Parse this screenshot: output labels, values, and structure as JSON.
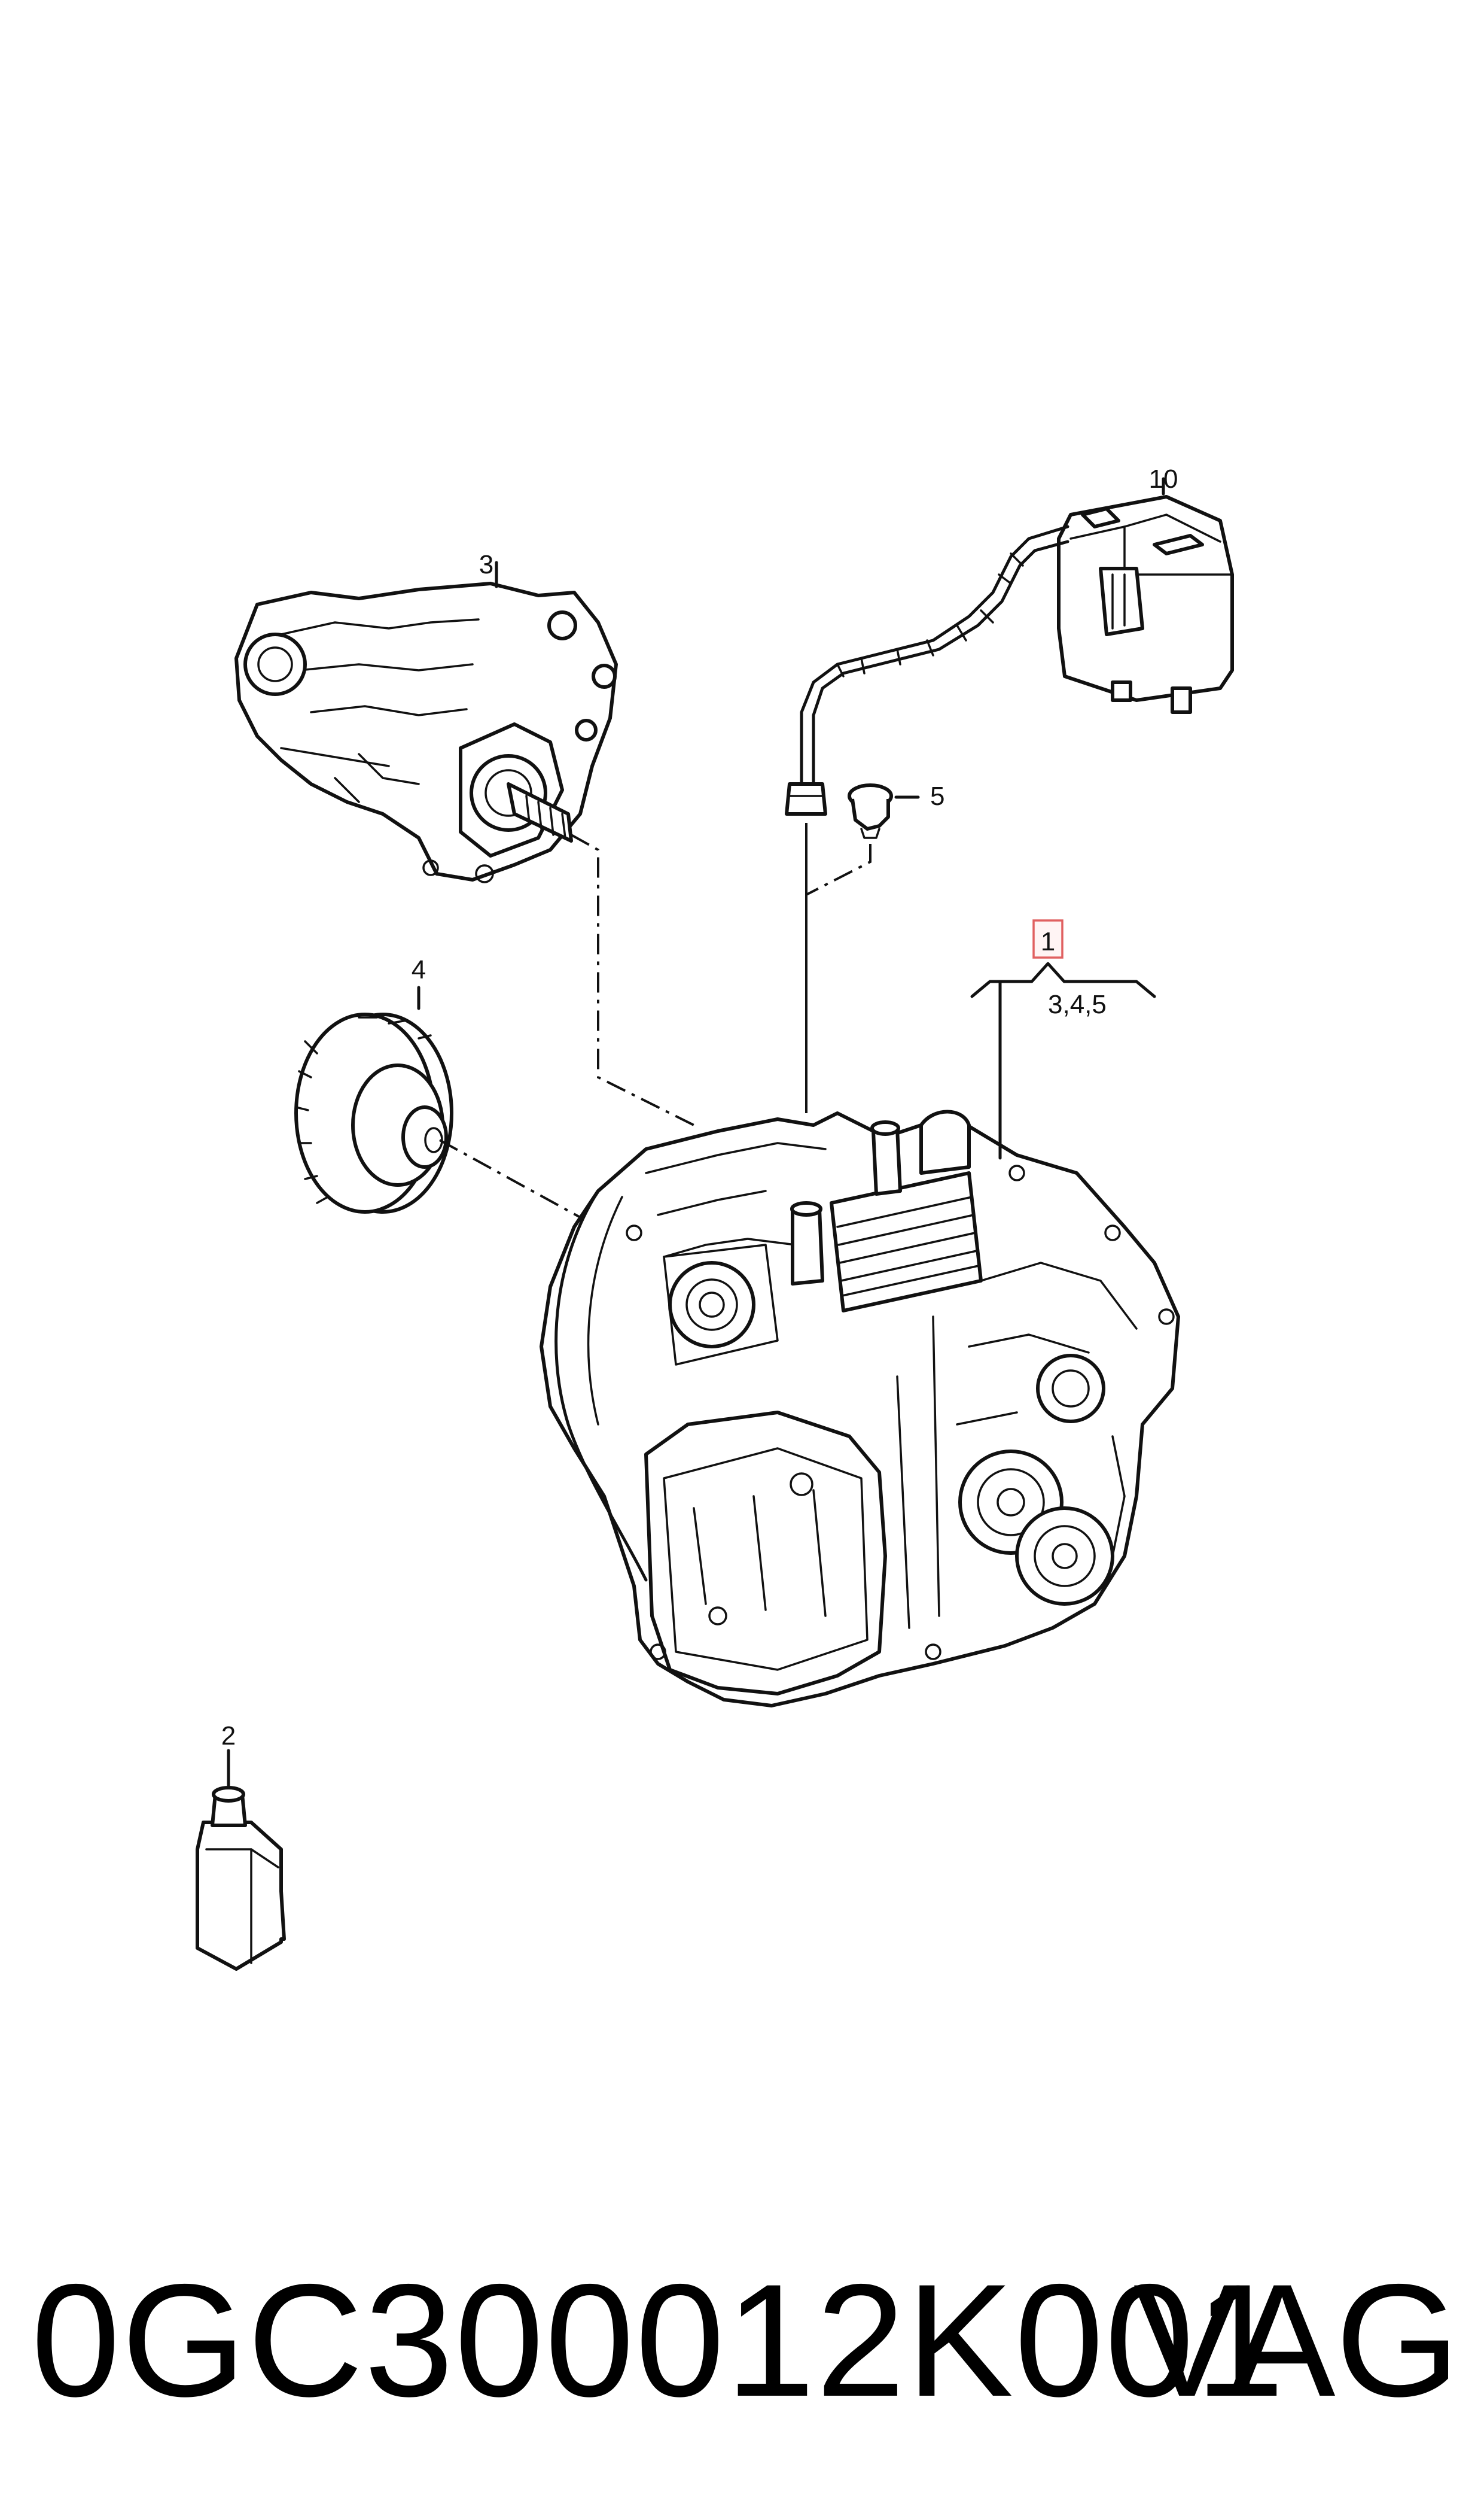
{
  "diagram": {
    "callouts": {
      "c1": "1",
      "c1_sub": "3,4,5",
      "c2": "2",
      "c3": "3",
      "c4": "4",
      "c5": "5",
      "c10": "10"
    }
  },
  "footer": {
    "part_number": "0GC300012K001",
    "brand": "VAG"
  },
  "colors": {
    "line": "#111111",
    "highlight_box": "#e06060"
  }
}
